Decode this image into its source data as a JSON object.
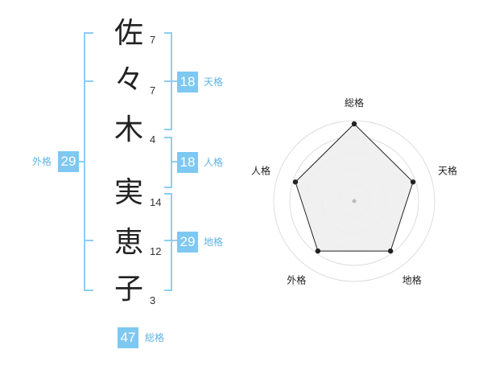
{
  "name_chars": [
    {
      "char": "佐",
      "strokes": "7"
    },
    {
      "char": "々",
      "strokes": "7"
    },
    {
      "char": "木",
      "strokes": "4"
    },
    {
      "char": "実",
      "strokes": "14"
    },
    {
      "char": "恵",
      "strokes": "12"
    },
    {
      "char": "子",
      "strokes": "3"
    }
  ],
  "fortunes": {
    "tenkaku": {
      "label": "天格",
      "value": "18"
    },
    "jinkaku": {
      "label": "人格",
      "value": "18"
    },
    "chikaku": {
      "label": "地格",
      "value": "29"
    },
    "gaikaku": {
      "label": "外格",
      "value": "29"
    },
    "soukaku": {
      "label": "総格",
      "value": "47"
    }
  },
  "chart_data": {
    "type": "radar",
    "axes": [
      "総格",
      "天格",
      "地格",
      "外格",
      "人格"
    ],
    "values": [
      5,
      4,
      4,
      4,
      4
    ],
    "max": 5,
    "rings": 5,
    "line_color": "#222222",
    "fill_color": "#eeeeee"
  }
}
